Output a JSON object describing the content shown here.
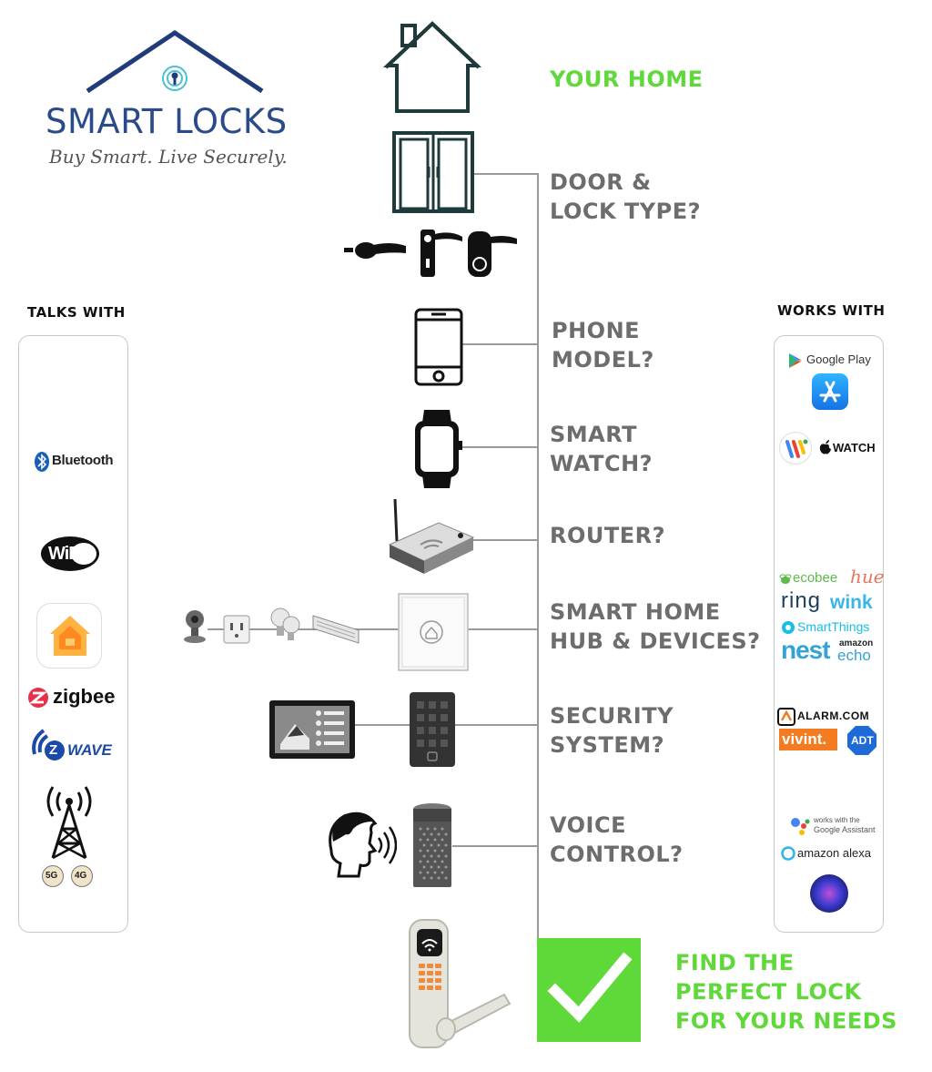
{
  "logo": {
    "title": "SMART LOCKS",
    "tagline": "Buy Smart. Live Securely."
  },
  "flow": {
    "home": "YOUR HOME",
    "door": [
      "DOOR &",
      "LOCK TYPE?"
    ],
    "phone": [
      "PHONE",
      "MODEL?"
    ],
    "watch": [
      "SMART",
      "WATCH?"
    ],
    "router": "ROUTER?",
    "hub": [
      "SMART HOME",
      "HUB & DEVICES?"
    ],
    "security": [
      "SECURITY",
      "SYSTEM?"
    ],
    "voice": [
      "VOICE",
      "CONTROL?"
    ],
    "result": [
      "FIND THE",
      "PERFECT LOCK",
      "FOR YOUR NEEDS"
    ]
  },
  "talks_with": {
    "title": "TALKS WITH",
    "items": {
      "bluetooth": "Bluetooth",
      "wifi": "WiFi",
      "zigbee": "zigbee",
      "zwave": "WAVE",
      "zwave_z": "Z",
      "g5": "5G",
      "g4": "4G"
    }
  },
  "works_with": {
    "title": "WORKS WITH",
    "items": {
      "google_play": "Google Play",
      "apple_watch": "WATCH",
      "ecobee": "ecobee",
      "hue": "hue",
      "ring": "ring",
      "wink": "wink",
      "smartthings": "SmartThings",
      "nest": "nest",
      "amazon": "amazon",
      "echo": "echo",
      "alarm_com": "ALARM.COM",
      "vivint": "vivint.",
      "adt": "ADT",
      "google_assistant_1": "works with the",
      "google_assistant_2": "Google Assistant",
      "alexa": "amazon alexa"
    }
  },
  "colors": {
    "accent_green": "#5fd83a",
    "question_gray": "#6d6d6d",
    "logo_blue": "#2a4a8a",
    "icon_teal": "#1f3a3a"
  }
}
